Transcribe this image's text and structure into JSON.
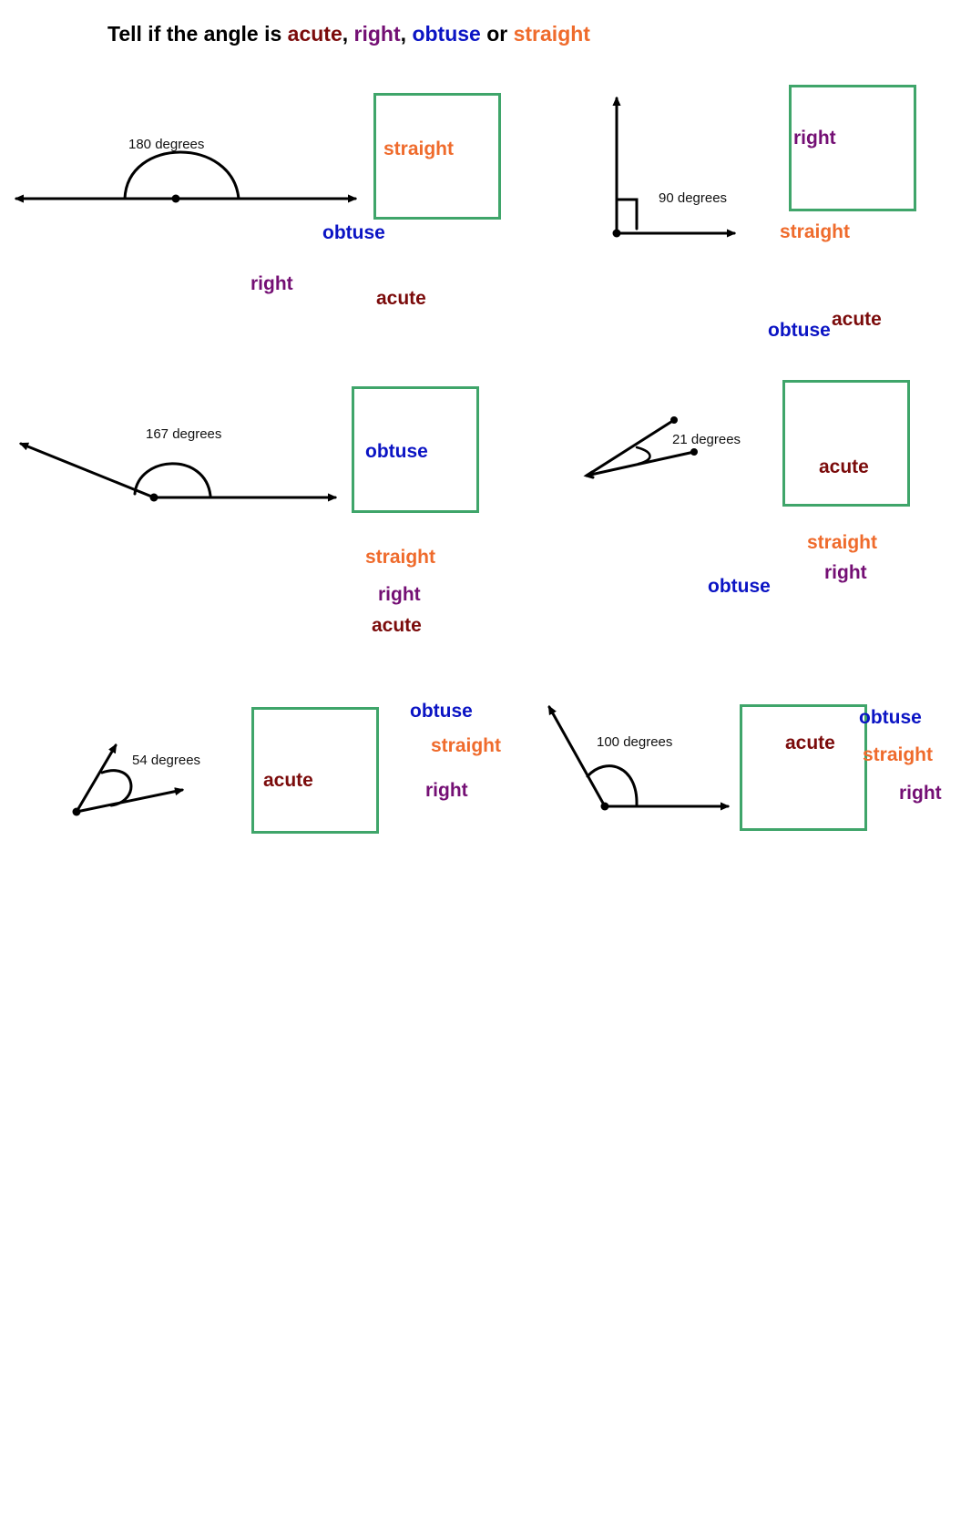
{
  "title": {
    "prefix": "Tell if the angle is ",
    "acute": "acute",
    "sep1": ", ",
    "right": "right",
    "sep2": ", ",
    "obtuse": "obtuse",
    "sep3": " or ",
    "straight": "straight"
  },
  "colors": {
    "acute": "#7b0b0b",
    "right": "#740f74",
    "obtuse": "#0b14c4",
    "straight": "#ef6b2c",
    "box_border": "#3fa56a"
  },
  "problems": [
    {
      "degree_label": "180 degrees",
      "box_answer": "straight",
      "options": [
        "obtuse",
        "right",
        "acute"
      ]
    },
    {
      "degree_label": "90 degrees",
      "box_answer": "right",
      "options": [
        "straight",
        "acute",
        "obtuse"
      ]
    },
    {
      "degree_label": "167 degrees",
      "box_answer": "obtuse",
      "options": [
        "straight",
        "right",
        "acute"
      ]
    },
    {
      "degree_label": "21 degrees",
      "box_answer": "acute",
      "options": [
        "straight",
        "right",
        "obtuse"
      ]
    },
    {
      "degree_label": "54 degrees",
      "box_answer": "acute",
      "options": [
        "obtuse",
        "straight",
        "right"
      ]
    },
    {
      "degree_label": "100 degrees",
      "box_answer": "acute",
      "options": [
        "obtuse",
        "straight",
        "right"
      ]
    }
  ]
}
